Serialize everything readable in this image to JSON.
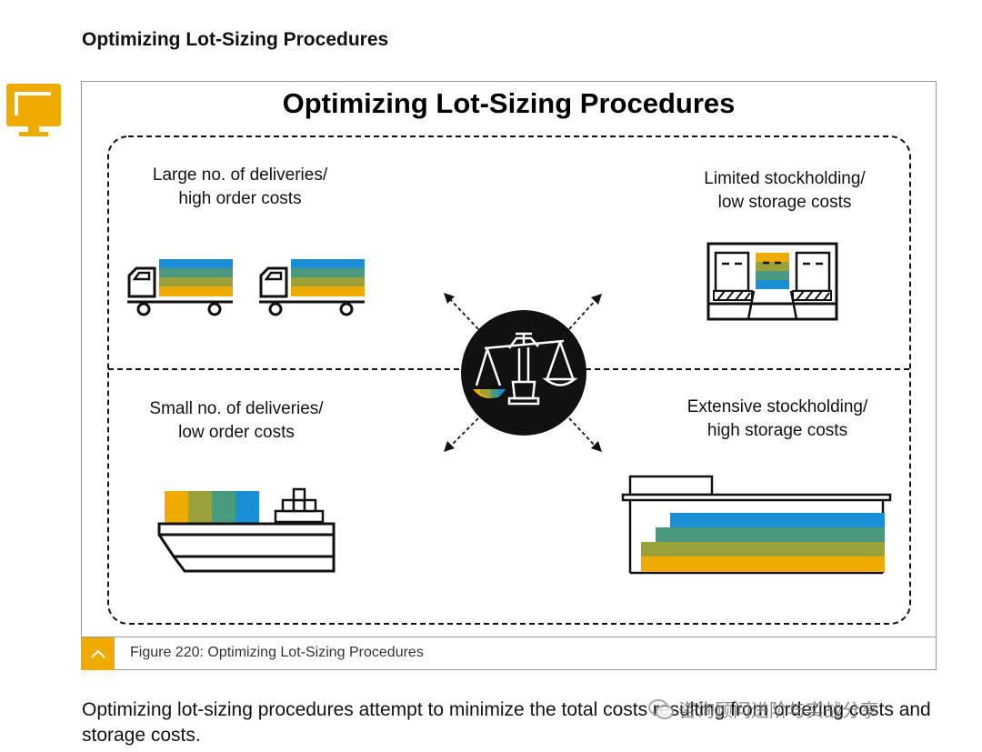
{
  "section": {
    "heading": "Optimizing Lot-Sizing Procedures"
  },
  "icons": {
    "monitor": "monitor-icon",
    "caption_toggle": "chevron-up-icon",
    "watermark_logo": "wechat-icon"
  },
  "colors": {
    "accent": "#f0ab00",
    "blue": "#1a8fd6",
    "teal": "#4a9a7f",
    "olive": "#9aa13a",
    "gold": "#f0ab00"
  },
  "figure": {
    "title": "Optimizing Lot-Sizing Procedures",
    "quadrants": {
      "top_left": {
        "line1": "Large no. of deliveries/",
        "line2": "high order costs",
        "icon": "trucks-icon"
      },
      "top_right": {
        "line1": "Limited stockholding/",
        "line2": "low storage costs",
        "icon": "small-warehouse-icon"
      },
      "bottom_left": {
        "line1": "Small no. of deliveries/",
        "line2": "low order costs",
        "icon": "cargo-ship-icon"
      },
      "bottom_right": {
        "line1": "Extensive stockholding/",
        "line2": "high storage costs",
        "icon": "large-warehouse-icon"
      }
    },
    "center_icon": "balance-scale-icon",
    "caption": "Figure 220: Optimizing Lot-Sizing Procedures"
  },
  "body": {
    "text": "Optimizing lot-sizing procedures attempt to minimize the total costs resulting from ordering costs and storage costs."
  },
  "watermark": {
    "text": "咨询顾问进阶与实战分享"
  }
}
